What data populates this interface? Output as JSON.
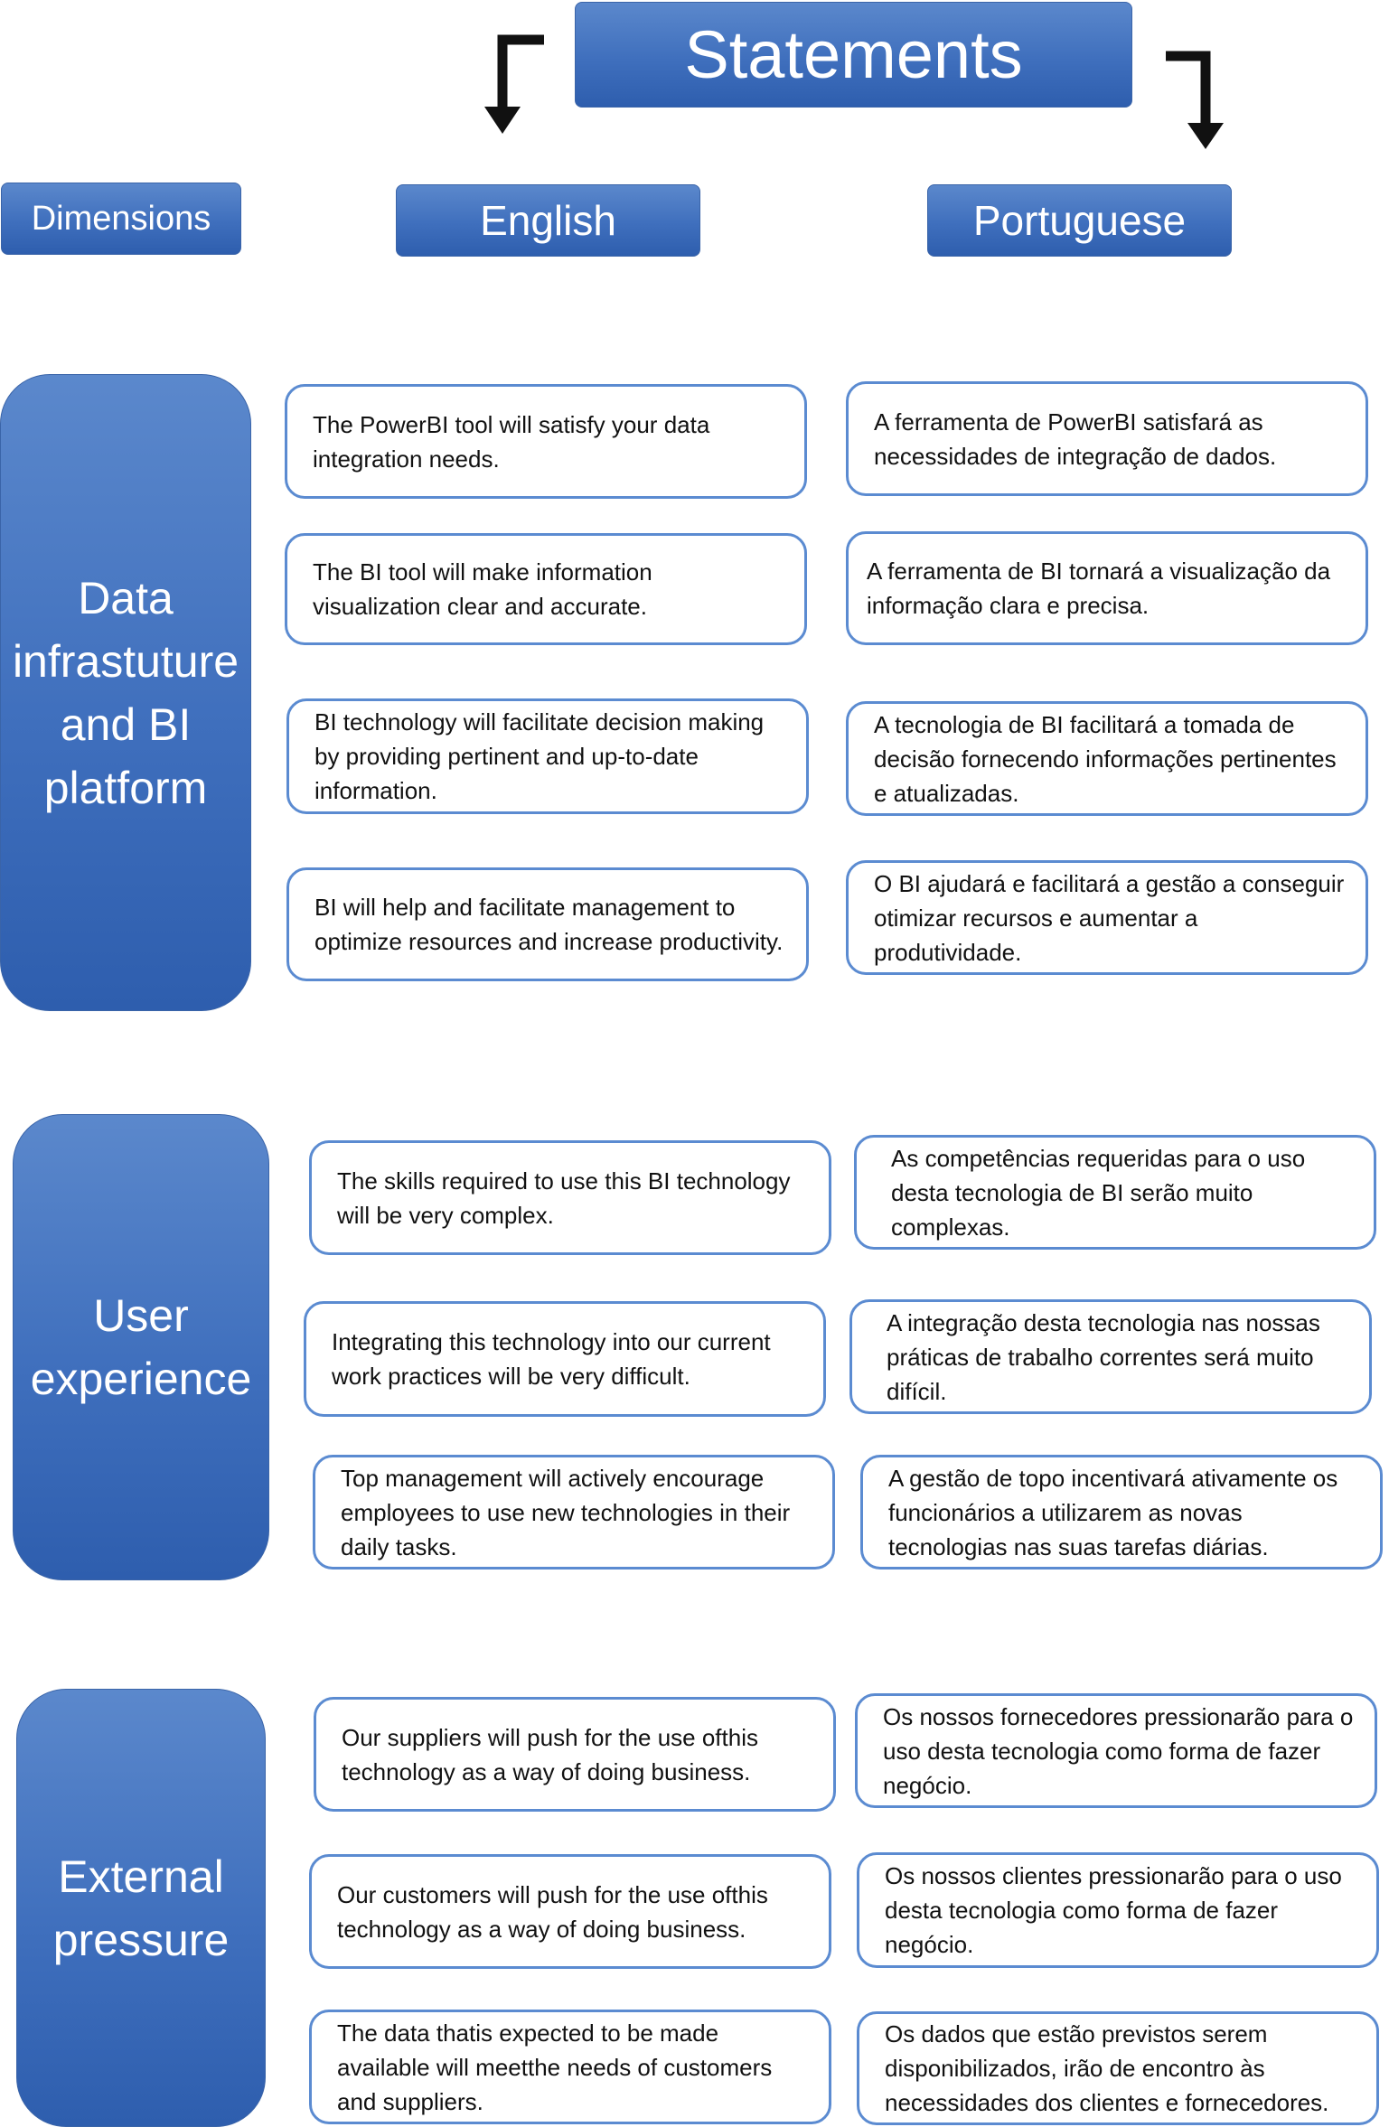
{
  "header": {
    "title": "Statements",
    "dimensions_label": "Dimensions",
    "english_label": "English",
    "portuguese_label": "Portuguese"
  },
  "dimensions": [
    {
      "label": "Data infrastuture and BI platform",
      "statements": [
        {
          "english": "The PowerBI tool will satisfy your data integration needs.",
          "portuguese": "A ferramenta de PowerBI satisfará as necessidades de integração de dados."
        },
        {
          "english": "The BI tool will make information visualization clear and accurate.",
          "portuguese": "A ferramenta de BI tornará a visualização da informação clara e precisa."
        },
        {
          "english": "BI technology will facilitate decision making by providing pertinent and up-to-date information.",
          "portuguese": "A tecnologia de BI facilitará a tomada de decisão fornecendo informações pertinentes e atualizadas."
        },
        {
          "english": "BI will help and facilitate management to optimize resources and increase productivity.",
          "portuguese": "O BI ajudará e facilitará a gestão a conseguir otimizar recursos e aumentar a produtividade."
        }
      ]
    },
    {
      "label": "User experience",
      "statements": [
        {
          "english": "The skills required to use this BI technology will be very complex.",
          "portuguese": "As competências requeridas para o uso desta tecnologia de BI serão muito complexas."
        },
        {
          "english": "Integrating this technology into our current work practices will be very difficult.",
          "portuguese": "A integração desta tecnologia nas nossas práticas de trabalho correntes será muito difícil."
        },
        {
          "english": "Top management will actively encourage employees to use new technologies in their daily tasks.",
          "portuguese": "A gestão de topo incentivará ativamente os funcionários a utilizarem as novas tecnologias nas suas tarefas diárias."
        }
      ]
    },
    {
      "label": "External pressure",
      "statements": [
        {
          "english": "Our suppliers will push for the use ofthis technology as a way of doing business.",
          "portuguese": "Os nossos fornecedores pressionarão para o uso desta tecnologia como forma de fazer negócio."
        },
        {
          "english": "Our customers will push for the use ofthis technology as a way of doing business.",
          "portuguese": "Os nossos clientes pressionarão para o uso desta tecnologia como forma de fazer negócio."
        },
        {
          "english": "The data thatis expected to be made available will meetthe needs of customers and suppliers.",
          "portuguese": "Os dados que estão previstos serem disponibilizados, irão de encontro às necessidades dos clientes e fornecedores."
        }
      ]
    }
  ],
  "colors": {
    "box_fill": "#3f6fbd",
    "box_border": "#3a64a8",
    "statement_border": "#5b8bd1",
    "arrow": "#111111"
  }
}
